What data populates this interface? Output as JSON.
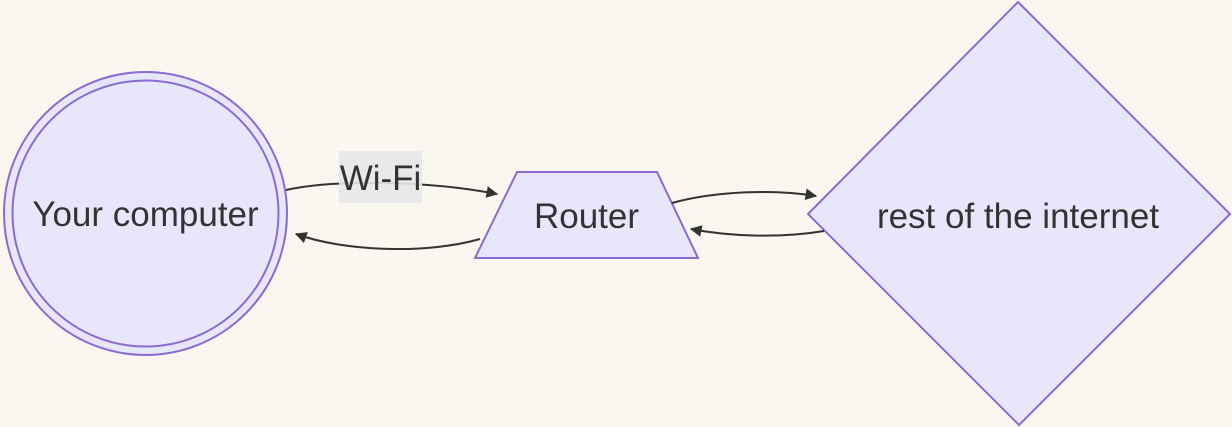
{
  "diagram": {
    "type": "flowchart",
    "direction": "left-to-right",
    "colors": {
      "background": "#faf6f0",
      "node_fill": "#e8e6fb",
      "node_border": "#8b6bd3",
      "edge_stroke": "#333333",
      "text": "#333333",
      "edge_label_background": "#e8e8e8"
    },
    "nodes": [
      {
        "id": "computer",
        "label": "Your computer",
        "shape": "double-circle"
      },
      {
        "id": "router",
        "label": "Router",
        "shape": "trapezoid"
      },
      {
        "id": "internet",
        "label": "rest of the internet",
        "shape": "diamond"
      }
    ],
    "edges": [
      {
        "from": "computer",
        "to": "router",
        "label": "Wi-Fi",
        "arrow": "filled-triangle"
      },
      {
        "from": "router",
        "to": "computer",
        "label": "",
        "arrow": "filled-triangle"
      },
      {
        "from": "router",
        "to": "internet",
        "label": "",
        "arrow": "filled-triangle"
      },
      {
        "from": "internet",
        "to": "router",
        "label": "",
        "arrow": "filled-triangle"
      }
    ]
  }
}
